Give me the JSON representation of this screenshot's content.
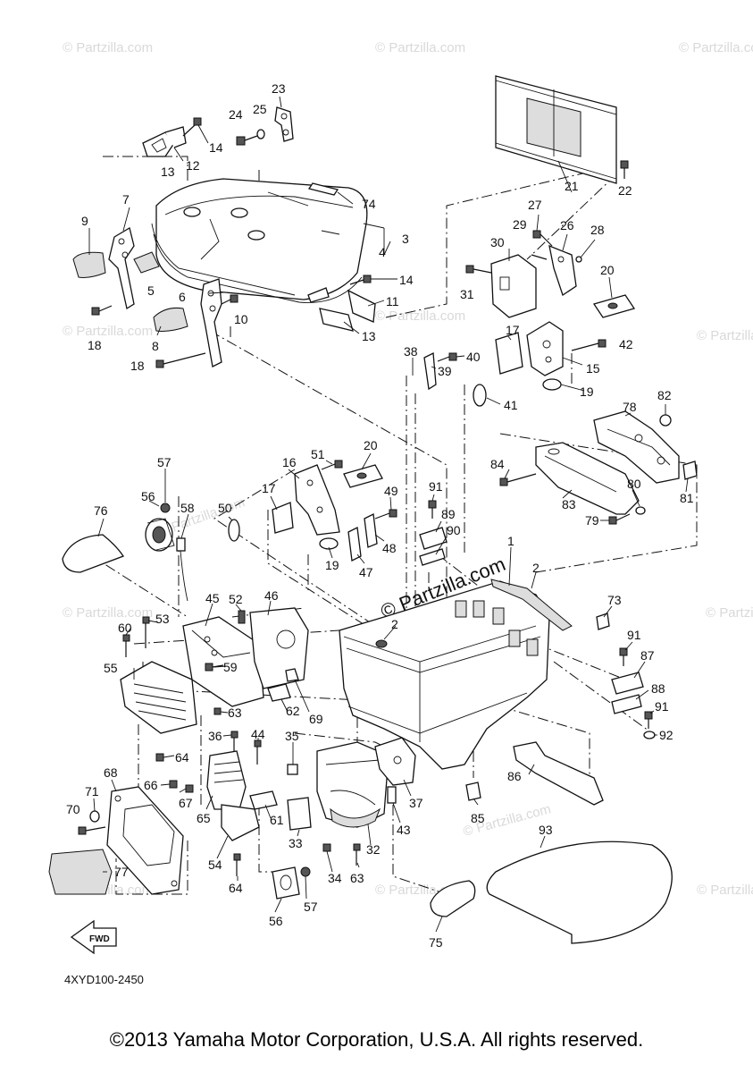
{
  "watermark_text": "© Partzilla.com",
  "diagram_code": "4XYD100-2450",
  "fwd_label": "FWD",
  "copyright": "©2013 Yamaha Motor Corporation, U.S.A. All rights reserved.",
  "labels": {
    "p1": "1",
    "p2": "2",
    "p2b": "2",
    "p3": "3",
    "p4": "4",
    "p5": "5",
    "p6": "6",
    "p7": "7",
    "p8": "8",
    "p9": "9",
    "p10": "10",
    "p11": "11",
    "p12": "12",
    "p13a": "13",
    "p13b": "13",
    "p14a": "14",
    "p14b": "14",
    "p15": "15",
    "p16": "16",
    "p17a": "17",
    "p17b": "17",
    "p18a": "18",
    "p18b": "18",
    "p19a": "19",
    "p19b": "19",
    "p20a": "20",
    "p20b": "20",
    "p21": "21",
    "p22": "22",
    "p23": "23",
    "p24": "24",
    "p25": "25",
    "p26": "26",
    "p27": "27",
    "p28": "28",
    "p29": "29",
    "p30": "30",
    "p31": "31",
    "p32": "32",
    "p33": "33",
    "p34": "34",
    "p35": "35",
    "p36": "36",
    "p37": "37",
    "p38": "38",
    "p39": "39",
    "p40": "40",
    "p41": "41",
    "p42": "42",
    "p43": "43",
    "p44": "44",
    "p45": "45",
    "p46": "46",
    "p47": "47",
    "p48": "48",
    "p49": "49",
    "p50": "50",
    "p51": "51",
    "p52": "52",
    "p53": "53",
    "p54": "54",
    "p55": "55",
    "p56a": "56",
    "p56b": "56",
    "p57a": "57",
    "p57b": "57",
    "p58": "58",
    "p59": "59",
    "p60": "60",
    "p61": "61",
    "p62": "62",
    "p63a": "63",
    "p63b": "63",
    "p64a": "64",
    "p64b": "64",
    "p65": "65",
    "p66": "66",
    "p67": "67",
    "p68": "68",
    "p69": "69",
    "p70": "70",
    "p71": "71",
    "p73": "73",
    "p74": "74",
    "p75": "75",
    "p76": "76",
    "p77": "77",
    "p78": "78",
    "p79": "79",
    "p80": "80",
    "p81": "81",
    "p82": "82",
    "p83": "83",
    "p84": "84",
    "p85": "85",
    "p86": "86",
    "p87": "87",
    "p88": "88",
    "p89": "89",
    "p90": "90",
    "p91a": "91",
    "p91b": "91",
    "p91c": "91",
    "p92": "92",
    "p93": "93"
  }
}
